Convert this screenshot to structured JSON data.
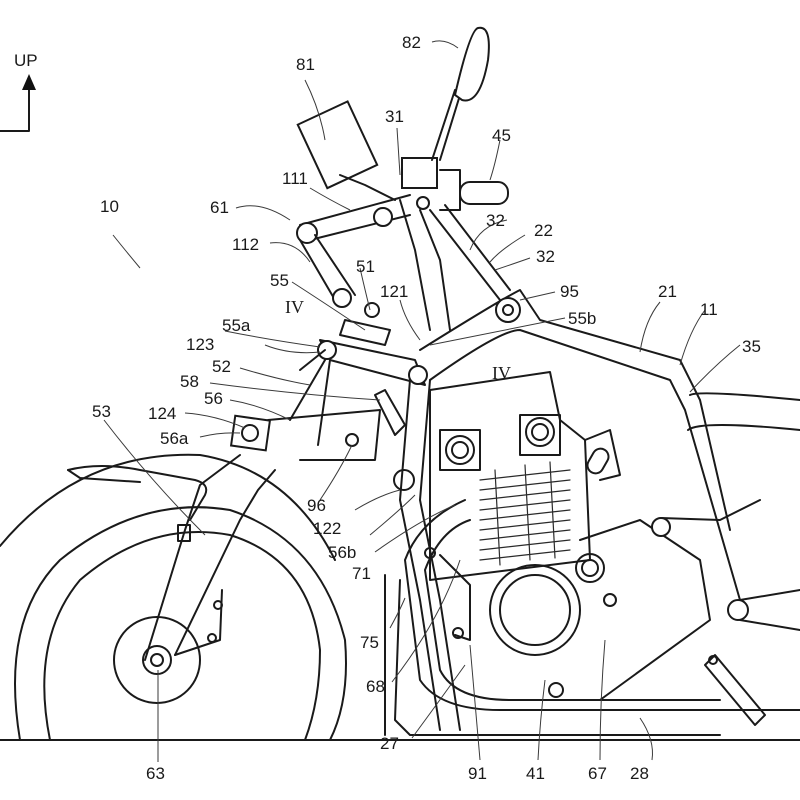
{
  "figure": {
    "direction_indicator": {
      "label": "UP",
      "icon": "up-arrow-icon"
    },
    "section_marker": "IV",
    "reference_numerals": [
      {
        "id": "10",
        "text": "10"
      },
      {
        "id": "11",
        "text": "11"
      },
      {
        "id": "21",
        "text": "21"
      },
      {
        "id": "22",
        "text": "22"
      },
      {
        "id": "27",
        "text": "27"
      },
      {
        "id": "28",
        "text": "28"
      },
      {
        "id": "31",
        "text": "31"
      },
      {
        "id": "32a",
        "text": "32"
      },
      {
        "id": "32b",
        "text": "32"
      },
      {
        "id": "35",
        "text": "35"
      },
      {
        "id": "41",
        "text": "41"
      },
      {
        "id": "45",
        "text": "45"
      },
      {
        "id": "51",
        "text": "51"
      },
      {
        "id": "52",
        "text": "52"
      },
      {
        "id": "53",
        "text": "53"
      },
      {
        "id": "55",
        "text": "55"
      },
      {
        "id": "55a",
        "text": "55a"
      },
      {
        "id": "55b",
        "text": "55b"
      },
      {
        "id": "56",
        "text": "56"
      },
      {
        "id": "56a",
        "text": "56a"
      },
      {
        "id": "56b",
        "text": "56b"
      },
      {
        "id": "58",
        "text": "58"
      },
      {
        "id": "61",
        "text": "61"
      },
      {
        "id": "63",
        "text": "63"
      },
      {
        "id": "67",
        "text": "67"
      },
      {
        "id": "68",
        "text": "68"
      },
      {
        "id": "71",
        "text": "71"
      },
      {
        "id": "75",
        "text": "75"
      },
      {
        "id": "81",
        "text": "81"
      },
      {
        "id": "82",
        "text": "82"
      },
      {
        "id": "91",
        "text": "91"
      },
      {
        "id": "95",
        "text": "95"
      },
      {
        "id": "96",
        "text": "96"
      },
      {
        "id": "111",
        "text": "111"
      },
      {
        "id": "112",
        "text": "112"
      },
      {
        "id": "121",
        "text": "121"
      },
      {
        "id": "122",
        "text": "122"
      },
      {
        "id": "123",
        "text": "123"
      },
      {
        "id": "124",
        "text": "124"
      }
    ]
  }
}
